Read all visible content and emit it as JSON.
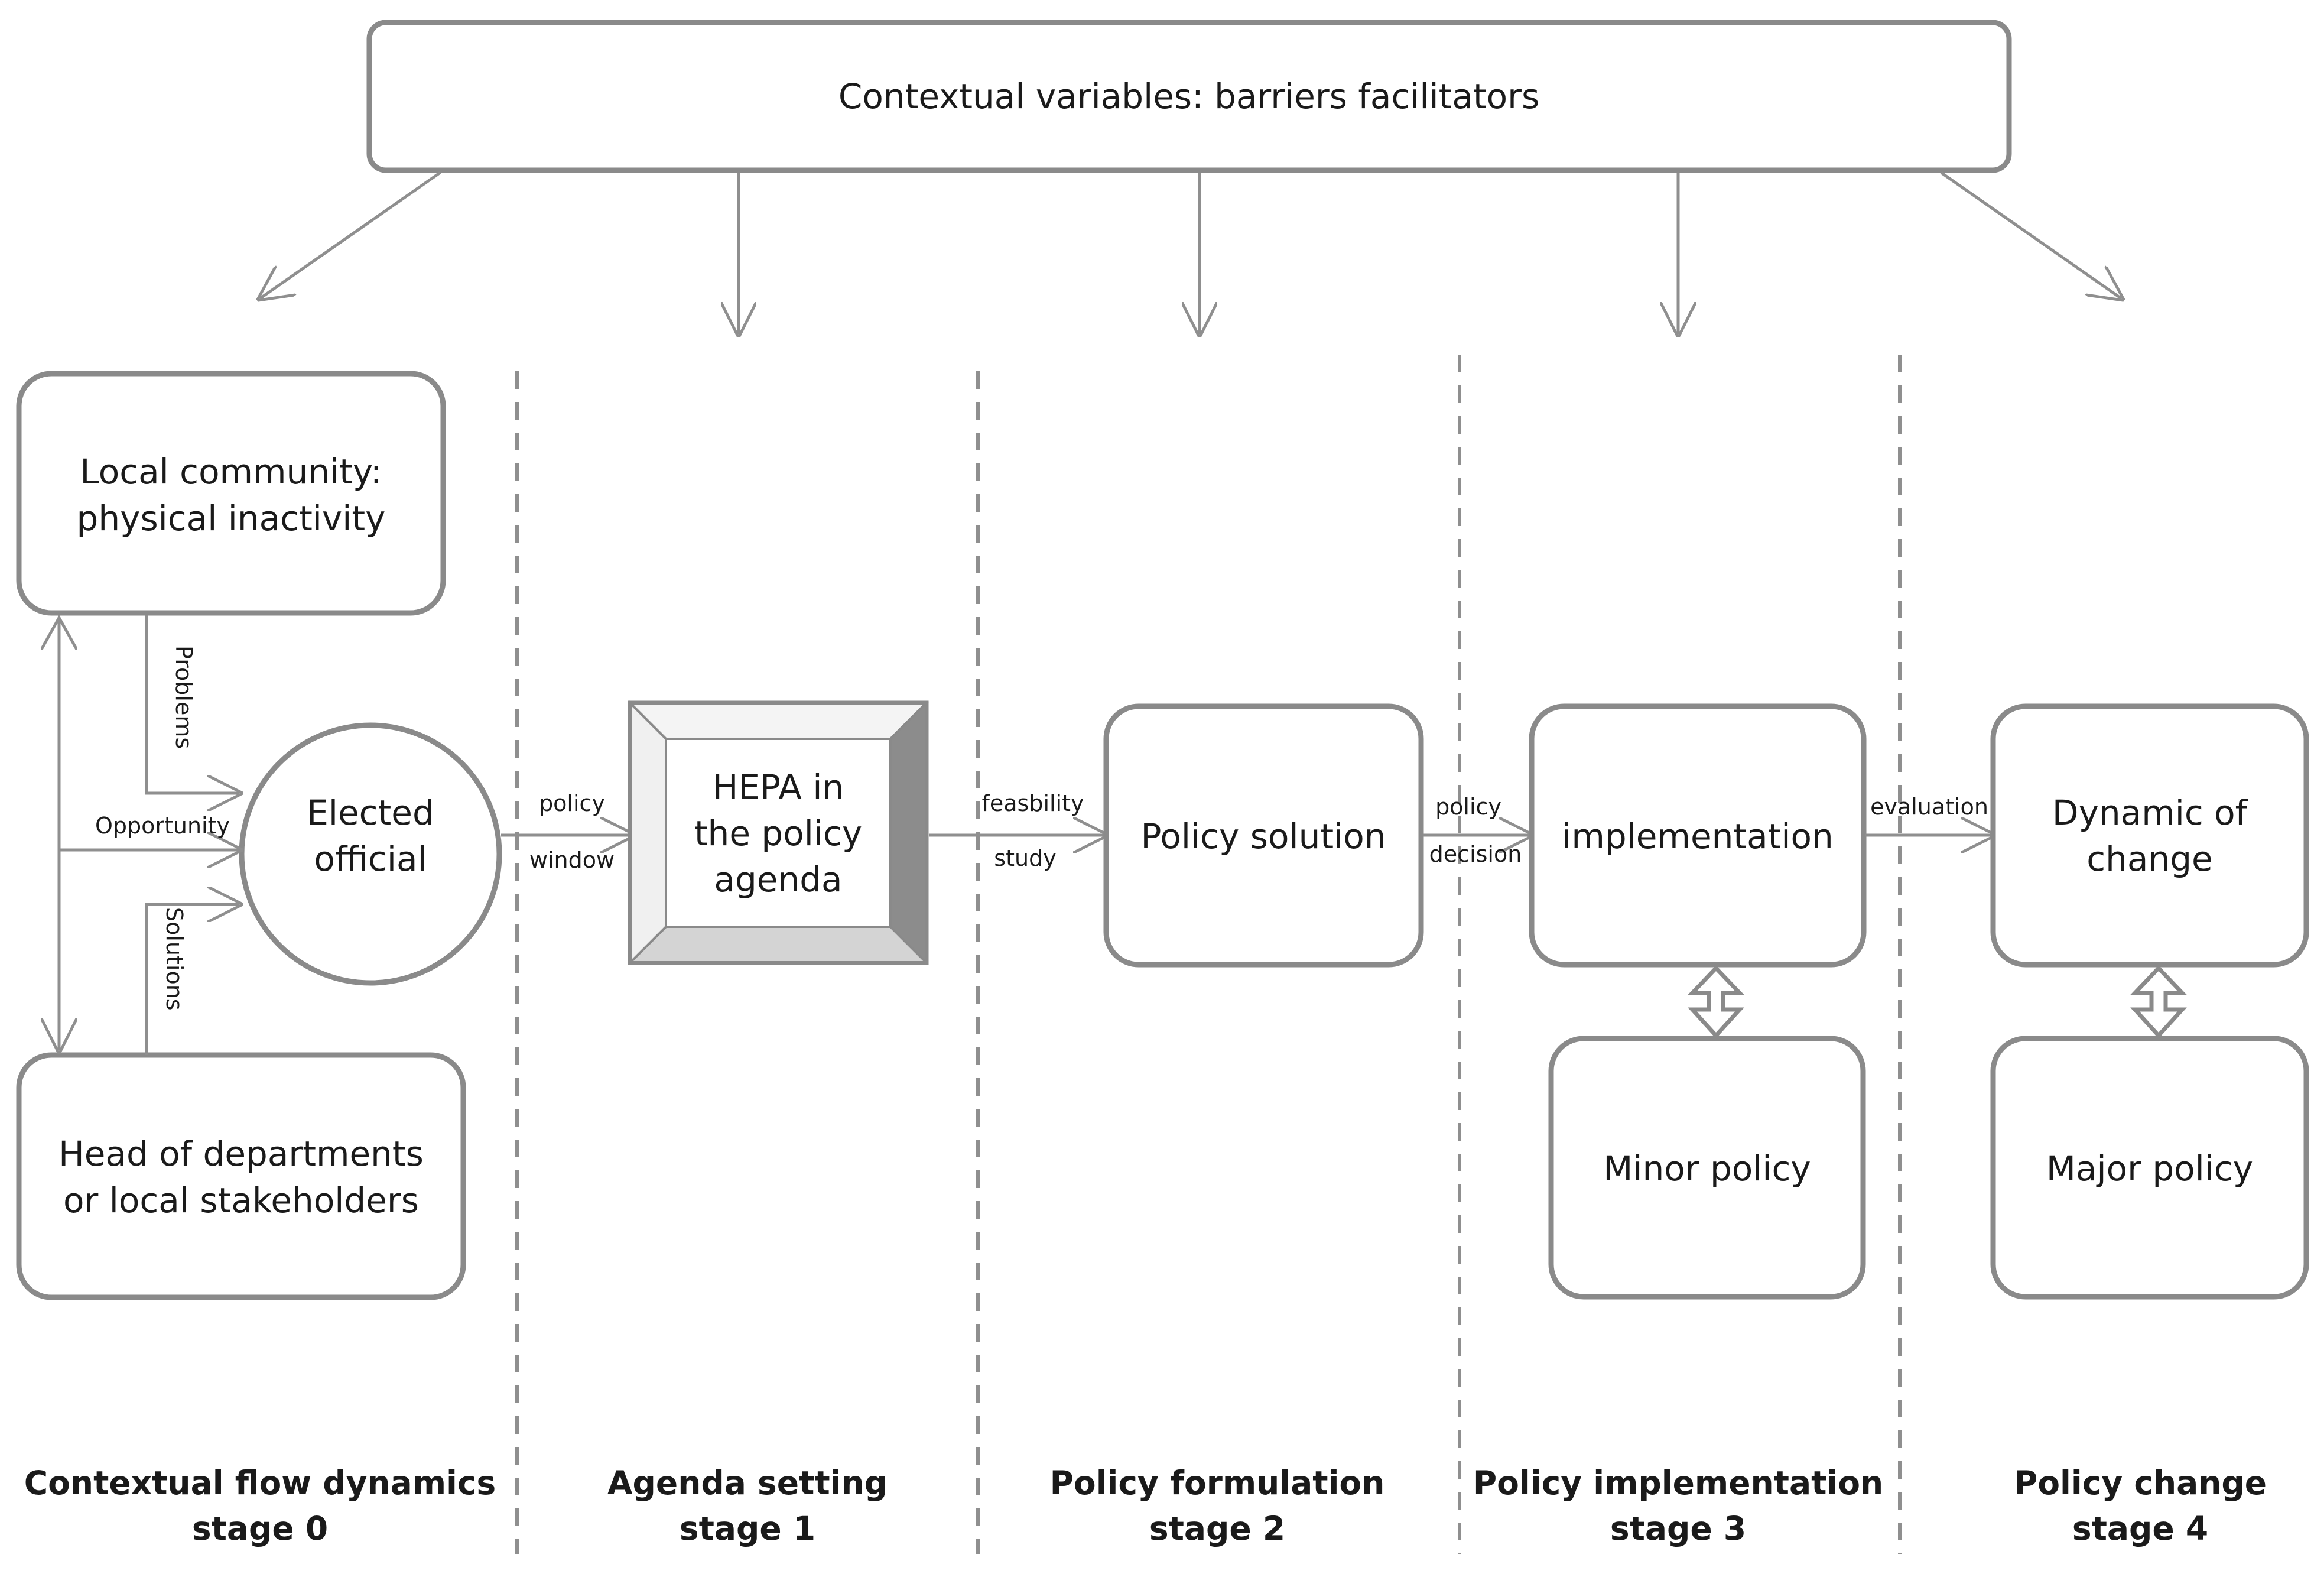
{
  "context_box": {
    "label": "Contextual variables: barriers facilitators"
  },
  "nodes": {
    "local_community": {
      "line1": "Local community:",
      "line2": "physical inactivity"
    },
    "head_of_departments": {
      "line1": "Head of departments",
      "line2": "or local stakeholders"
    },
    "elected_official": {
      "line1": "Elected",
      "line2": "official"
    },
    "hepa": {
      "line1": "HEPA in",
      "line2": "the policy",
      "line3": "agenda"
    },
    "policy_solution": {
      "label": "Policy solution"
    },
    "implementation": {
      "label": "implementation"
    },
    "minor_policy": {
      "label": "Minor policy"
    },
    "dynamic_of_change": {
      "line1": "Dynamic of",
      "line2": "change"
    },
    "major_policy": {
      "label": "Major policy"
    }
  },
  "edge_labels": {
    "problems": "Problems",
    "opportunity": "Opportunity",
    "solutions": "Solutions",
    "policy_window_1": "policy",
    "policy_window_2": "window",
    "feasibility_1": "feasbility",
    "feasibility_2": "study",
    "policy_decision_1": "policy",
    "policy_decision_2": "decision",
    "evaluation": "evaluation"
  },
  "stages": [
    {
      "line1": "Contextual  flow dynamics",
      "line2": "stage 0"
    },
    {
      "line1": "Agenda setting",
      "line2": "stage 1"
    },
    {
      "line1": "Policy formulation",
      "line2": "stage 2"
    },
    {
      "line1": "Policy implementation",
      "line2": "stage 3"
    },
    {
      "line1": "Policy change",
      "line2": "stage 4"
    }
  ],
  "colors": {
    "stroke": "#8a8a8a",
    "text": "#1a1a1a",
    "bevel_dark": "#8c8c8c",
    "bevel_light": "#d4d4d4",
    "bevel_mid": "#ececec"
  }
}
